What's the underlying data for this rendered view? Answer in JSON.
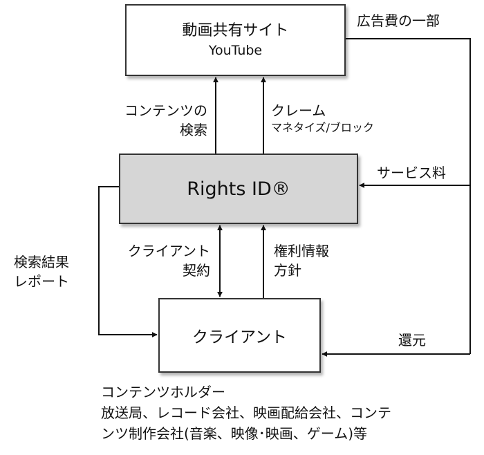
{
  "nodes": {
    "youtube": {
      "title": "動画共有サイト",
      "subtitle": "YouTube"
    },
    "rights_id": {
      "title": "Rights ID®"
    },
    "client": {
      "title": "クライアント"
    }
  },
  "edges": {
    "search": {
      "line1": "コンテンツの",
      "line2": "検索"
    },
    "claim": {
      "line1": "クレーム",
      "line2": "マネタイズ/ブロック"
    },
    "ad_revenue": {
      "label": "広告費の一部"
    },
    "service_fee": {
      "label": "サービス料"
    },
    "return": {
      "label": "還元"
    },
    "search_report": {
      "line1": "検索結果",
      "line2": "レポート"
    },
    "client_contract": {
      "line1": "クライアント",
      "line2": "契約"
    },
    "rights_policy": {
      "line1": "権利情報",
      "line2": "方針"
    }
  },
  "footnote": {
    "line1": "コンテンツホルダー",
    "line2": "放送局、レコード会社、映画配給会社、コンテ",
    "line3": "ンツ制作会社(音楽、映像･映画、ゲーム)等"
  },
  "colors": {
    "rights_box_fill": "#d6d6d6",
    "line": "#111111"
  }
}
